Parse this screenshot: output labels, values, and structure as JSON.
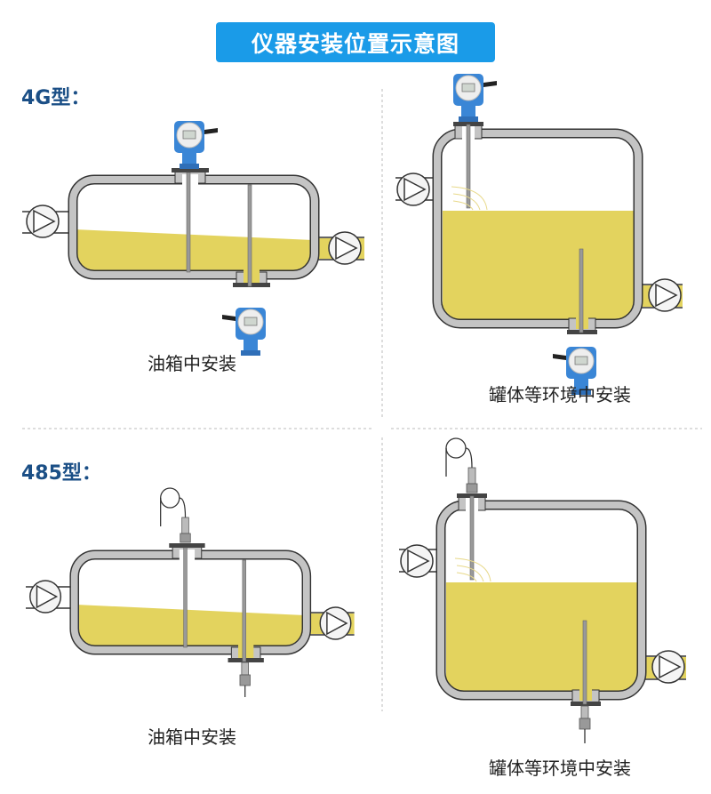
{
  "title": "仪器安装位置示意图",
  "sections": [
    {
      "label": "4G型：",
      "captions": [
        "油箱中安装",
        "罐体等环境中安装"
      ]
    },
    {
      "label": "485型：",
      "captions": [
        "油箱中安装",
        "罐体等环境中安装"
      ]
    }
  ],
  "colors": {
    "banner": "#1a9be8",
    "section_label": "#1b4f86",
    "liquid": "#e3d35e",
    "wall": "#c4c4c4",
    "transmitter": "#3a86d6"
  }
}
